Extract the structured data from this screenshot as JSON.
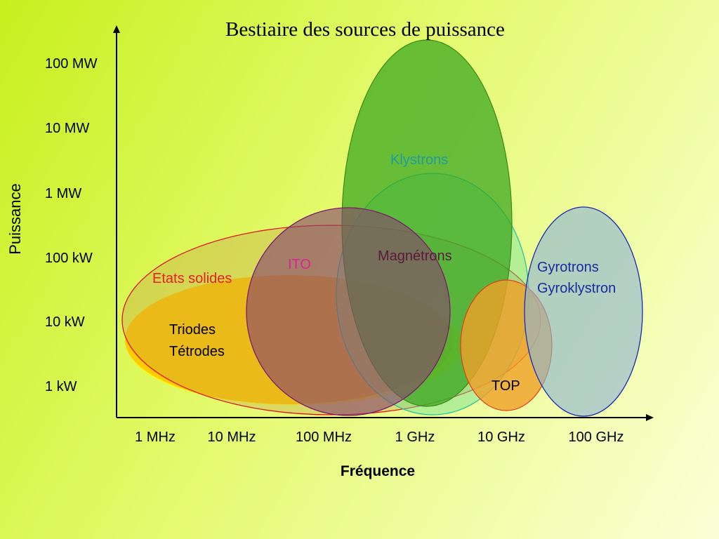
{
  "chart_data": {
    "type": "diagram",
    "title": "Bestiaire des sources de puissance",
    "xlabel": "Fréquence",
    "ylabel": "Puissance",
    "x_ticks": [
      "1 MHz",
      "10 MHz",
      "100 MHz",
      "1 GHz",
      "10 GHz",
      "100 GHz"
    ],
    "y_ticks": [
      "100 MW",
      "10 MW",
      "1 MW",
      "100 kW",
      "10 kW",
      "1 kW"
    ],
    "x_scale": "log",
    "y_scale": "log",
    "regions": [
      {
        "name": "Triodes Tétrodes",
        "label_lines": [
          "Triodes",
          "Tétrodes"
        ],
        "color": "#ffcc00",
        "label_color": "#000000"
      },
      {
        "name": "Etats solides",
        "label_lines": [
          "Etats solides"
        ],
        "color": "#e8a050",
        "label_color": "#e61e1e"
      },
      {
        "name": "Klystrons",
        "label_lines": [
          "Klystrons"
        ],
        "color": "#5cb82a",
        "label_color": "#1e9ca0"
      },
      {
        "name": "Magnétrons",
        "label_lines": [
          "Magnétrons"
        ],
        "color": "#6a5a4a",
        "label_color": "#5a1a3a"
      },
      {
        "name": "ITO",
        "label_lines": [
          "ITO"
        ],
        "color": "#8a4a6a",
        "label_color": "#dd2299"
      },
      {
        "name": "TOP",
        "label_lines": [
          "TOP"
        ],
        "color": "#f0a030",
        "label_color": "#000000"
      },
      {
        "name": "Gyrotrons Gyroklystron",
        "label_lines": [
          "Gyrotrons",
          "Gyroklystron"
        ],
        "color": "#9ab8d8",
        "label_color": "#1a2aa0"
      }
    ]
  }
}
